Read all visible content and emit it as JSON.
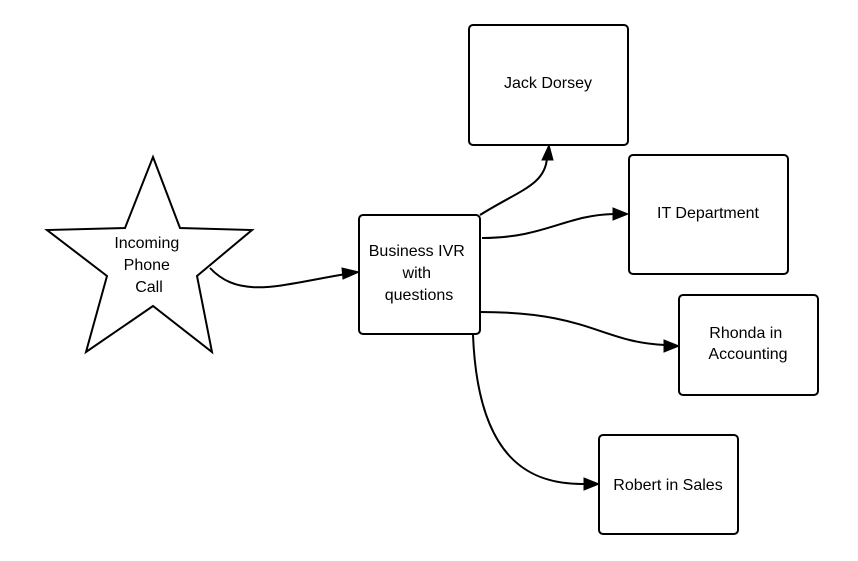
{
  "nodes": {
    "start": {
      "shape": "star",
      "lines": [
        "Incoming",
        "Phone",
        "Call"
      ]
    },
    "ivr": {
      "shape": "rounded-rect",
      "lines": [
        "Business IVR",
        "with",
        "questions"
      ]
    },
    "jack": {
      "shape": "rounded-rect",
      "lines": [
        "Jack Dorsey"
      ]
    },
    "it": {
      "shape": "rounded-rect",
      "lines": [
        "IT Department"
      ]
    },
    "rhonda": {
      "shape": "rounded-rect",
      "lines": [
        "Rhonda in",
        "Accounting"
      ]
    },
    "robert": {
      "shape": "rounded-rect",
      "lines": [
        "Robert in Sales"
      ]
    }
  },
  "edges": [
    {
      "from": "start",
      "to": "ivr"
    },
    {
      "from": "ivr",
      "to": "jack"
    },
    {
      "from": "ivr",
      "to": "it"
    },
    {
      "from": "ivr",
      "to": "rhonda"
    },
    {
      "from": "ivr",
      "to": "robert"
    }
  ],
  "colors": {
    "stroke": "#000000",
    "fill": "#ffffff",
    "text": "#000000"
  }
}
